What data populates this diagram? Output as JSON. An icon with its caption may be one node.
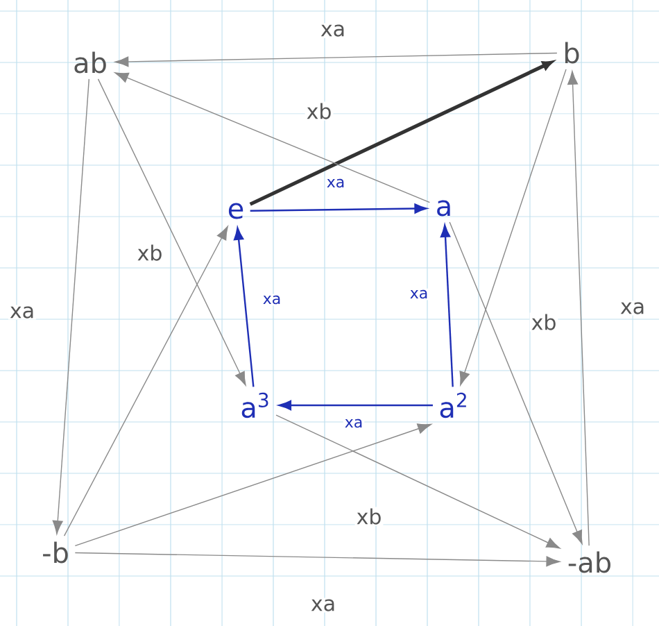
{
  "diagram": {
    "nodes": [
      {
        "text": [
          "ab"
        ]
      },
      {
        "text": [
          "b"
        ]
      },
      {
        "text": [
          "e"
        ]
      },
      {
        "text": [
          "a"
        ]
      },
      {
        "text": [
          "a$^{3}$"
        ]
      },
      {
        "text": [
          "a$^{2}$"
        ]
      },
      {
        "text": [
          "-b"
        ]
      },
      {
        "text": [
          "-ab"
        ]
      }
    ],
    "edges": [
      {
        "from": 2,
        "to": 3,
        "arrow": "to",
        "label": "xa",
        "color": "#1f2fb5"
      },
      {
        "from": 5,
        "to": 3,
        "arrow": "to",
        "label": "xa",
        "color": "#1f2fb5"
      },
      {
        "from": 5,
        "to": 4,
        "arrow": "to",
        "label": "xa",
        "color": "#1f2fb5"
      },
      {
        "from": 4,
        "to": 2,
        "arrow": "to",
        "label": "xa",
        "color": "#1f2fb5"
      },
      {
        "from": 1,
        "to": 0,
        "arrow": "to",
        "label": "xa"
      },
      {
        "from": 7,
        "to": 1,
        "arrow": "to",
        "label": "xa"
      },
      {
        "from": 0,
        "to": 6,
        "arrow": "to",
        "label": "xa"
      },
      {
        "from": 6,
        "to": 7,
        "arrow": "to",
        "label": "xa"
      },
      {
        "from": 2,
        "to": 1,
        "arrow": "to",
        "style": "thick",
        "color": "#333333"
      },
      {
        "from": 3,
        "to": 0,
        "arrow": "to",
        "label": "xb"
      },
      {
        "from": 0,
        "to": 4,
        "arrow": "to",
        "label": "xb"
      },
      {
        "from": 6,
        "to": 2,
        "arrow": "to"
      },
      {
        "from": 3,
        "to": 7,
        "arrow": "to",
        "label": "xb"
      },
      {
        "from": 1,
        "to": 5,
        "arrow": "to"
      },
      {
        "from": 4,
        "to": 7,
        "arrow": "to",
        "label": "xb"
      },
      {
        "from": 6,
        "to": 5,
        "arrow": "to"
      }
    ]
  }
}
